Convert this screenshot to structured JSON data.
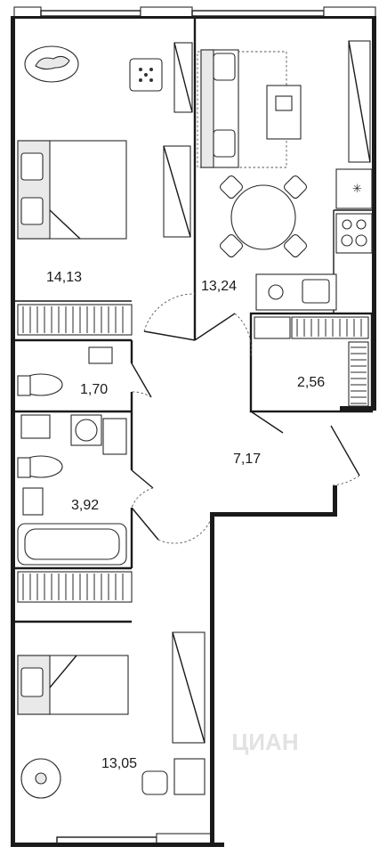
{
  "plan": {
    "rooms": [
      {
        "id": "bedroom-1",
        "area": "14,13"
      },
      {
        "id": "living-kitchen",
        "area": "13,24"
      },
      {
        "id": "toilet",
        "area": "1,70"
      },
      {
        "id": "storage",
        "area": "2,56"
      },
      {
        "id": "hallway",
        "area": "7,17"
      },
      {
        "id": "bathroom",
        "area": "3,92"
      },
      {
        "id": "bedroom-2",
        "area": "13,05"
      }
    ],
    "watermark": "ЦИАН"
  }
}
